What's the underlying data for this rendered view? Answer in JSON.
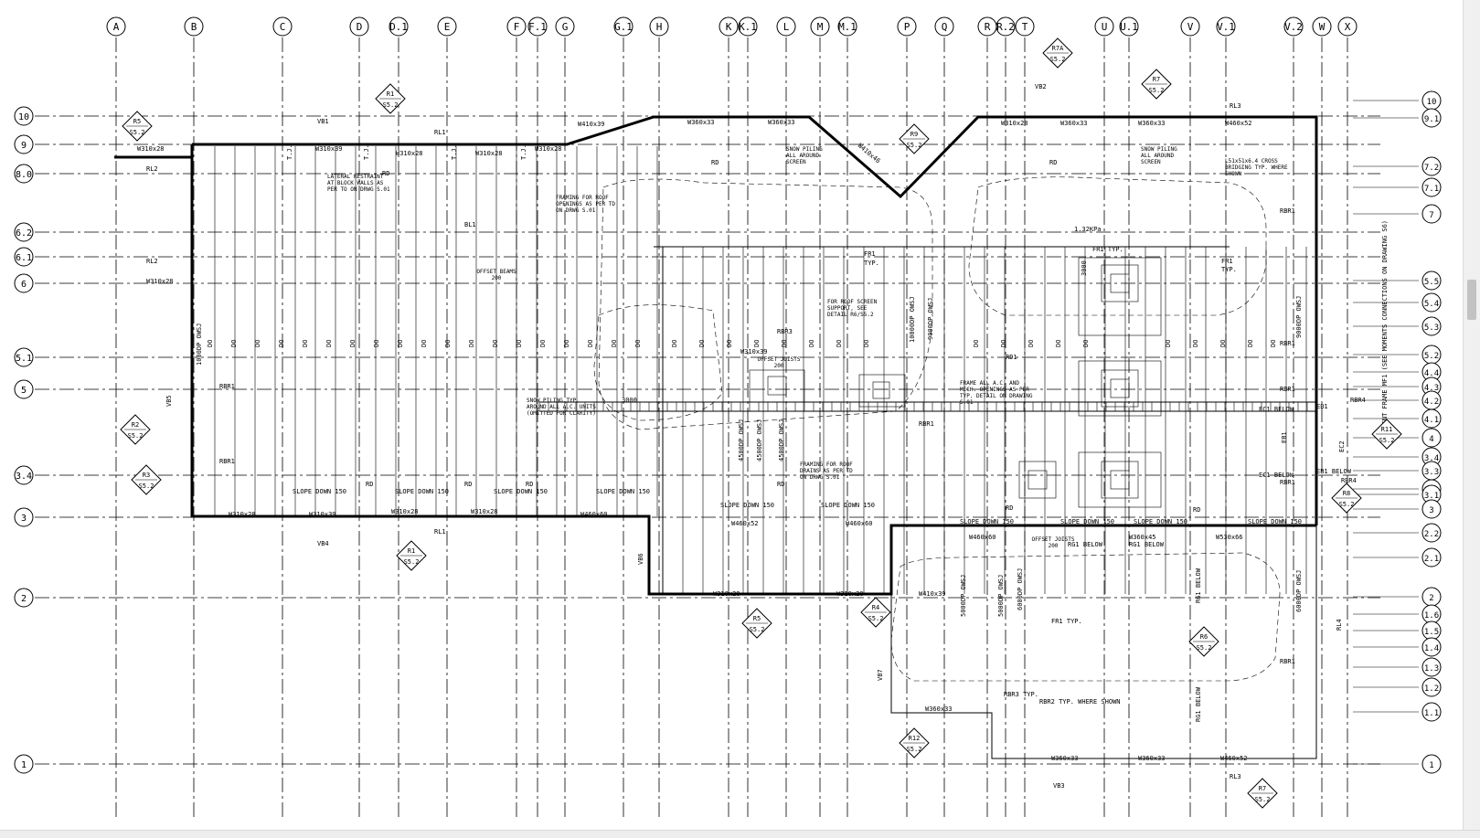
{
  "colors": {
    "ink": "#000000",
    "paper": "#ffffff",
    "scrollbar": "#f0f0f0",
    "thumb": "#c2c2c2"
  },
  "drawing": {
    "grid_columns": [
      "A",
      "B",
      "C",
      "D",
      "D.1",
      "E",
      "F",
      "F.1",
      "G",
      "G.1",
      "H",
      "K",
      "K.1",
      "L",
      "M",
      "M.1",
      "P",
      "Q",
      "R",
      "R.2",
      "T",
      "U",
      "U.1",
      "V",
      "V.1",
      "V.2",
      "W",
      "X"
    ],
    "grid_rows_left": [
      "10",
      "9",
      "8.0",
      "6.2",
      "6.1",
      "6",
      "5.1",
      "5",
      "3.4",
      "3",
      "2",
      "1"
    ],
    "grid_rows_right": [
      "10",
      "9.1",
      "7.2",
      "7.1",
      "7",
      "5.5",
      "5.4",
      "5.3",
      "5.2",
      "4.4",
      "4.3",
      "4.2",
      "4.1",
      "4",
      "3.4",
      "3.3",
      "3.2",
      "3.1",
      "3",
      "2.2",
      "2.1",
      "2",
      "1.6",
      "1.5",
      "1.4",
      "1.3",
      "1.2",
      "1.1",
      "1"
    ],
    "section_markers": [
      {
        "id": "R5",
        "sheet": "S5.2"
      },
      {
        "id": "R1",
        "sheet": "S5.2"
      },
      {
        "id": "R7A",
        "sheet": "S5.2"
      },
      {
        "id": "R7",
        "sheet": "S5.2"
      },
      {
        "id": "R9",
        "sheet": "S5.2"
      },
      {
        "id": "R2",
        "sheet": "S5.2"
      },
      {
        "id": "R3",
        "sheet": "S5.2"
      },
      {
        "id": "R1",
        "sheet": "S5.2"
      },
      {
        "id": "R5",
        "sheet": "S5.2"
      },
      {
        "id": "R4",
        "sheet": "S5.2"
      },
      {
        "id": "R12",
        "sheet": "S5.2"
      },
      {
        "id": "R7",
        "sheet": "S5.2"
      },
      {
        "id": "R11",
        "sheet": "S5.2"
      },
      {
        "id": "R8",
        "sheet": "S5.2"
      },
      {
        "id": "R6",
        "sheet": "S5.2"
      }
    ],
    "labels": {
      "vb1": "VB1",
      "vb2": "VB2",
      "vb3": "VB3",
      "vb4": "VB4",
      "vb5": "VB5",
      "vb6": "VB6",
      "vb7": "VB7",
      "rl1": "RL1",
      "rl2": "RL2",
      "rl3": "RL3",
      "rl4": "RL4",
      "bl1": "BL1",
      "rd": "RD",
      "rd1": "RD1",
      "rbr1": "RBR1",
      "rbr3": "RBR3",
      "rbr4": "RBR4",
      "fr1_typ": "FR1 TYP.",
      "fr1": "FR1",
      "typ": "TYP.",
      "w310x28": "W310x28",
      "w310x39": "W310x39",
      "w310x21": "W310x21",
      "w360x33": "W360x33",
      "w410x39": "W410x39",
      "w410x46": "W410x46",
      "w460x52": "W460x52",
      "w460x60": "W460x60",
      "w360x45": "W360x45",
      "w200x19": "W200x19",
      "w530x66": "W530x66",
      "ec1_below": "EC1 BELOW",
      "eb1": "EB1",
      "eb1_below": "EB1 BELOW",
      "ec2": "EC2",
      "rg1_below": "RG1 BELOW",
      "do": "DO",
      "tj": "T.J.",
      "owsj_1000": "1000DP OWSJ",
      "owsj_4500": "4500DP OWSJ",
      "owsj_6000": "6000DP OWSJ",
      "owsj_9000": "9000DP OWSJ",
      "owsj_5000": "5000DP OWSJ",
      "owsj_10000": "10000DP OWSJ",
      "kpa": "1.32KPa",
      "dim_3000": "3000",
      "note_lateral": "LATERAL RESTRAINT AT BLOCK WALLS AS PER TO ON DRWG S.01",
      "note_framing": "FRAMING FOR ROOF OPENINGS AS PER TD ON DRWG S.01",
      "note_offset_beams": "OFFSET BEAMS 200",
      "note_snow_left": "SNOW PILING ALL AROUND SCREEN",
      "note_snow_right": "SNOW PILING ALL AROUND SCREEN",
      "note_cross_bridging": "L51x51x6.4 CROSS BRIDGING TYP. WHERE SHOWN",
      "note_roof_screen": "FOR ROOF SCREEN SUPPORT, SEE DETAIL R6/S5.2",
      "note_offset_joists": "OFFSET JOISTS 200",
      "note_snow_units": "SNOW PILING TYP. AROUND ALL A.C. UNITS (OMITTED FOR CLARITY)",
      "note_frame_ac": "FRAME ALL A.C. AND MECH. OPENINGS AS PER TYP. DETAIL ON DRAWING S.01",
      "note_drains": "FRAMING FOR ROOF DRAINS AS PER TD ON DRWG S.01",
      "slope": "SLOPE DOWN 150",
      "note_rbr2": "RBR2 TYP. WHERE SHOWN",
      "note_rbr3_typ": "RBR3 TYP.",
      "note_moment_frame": "MOMENT FRAME MF1 (SEE MOMENTS CONNECTIONS ON DRAWING S6)"
    }
  }
}
